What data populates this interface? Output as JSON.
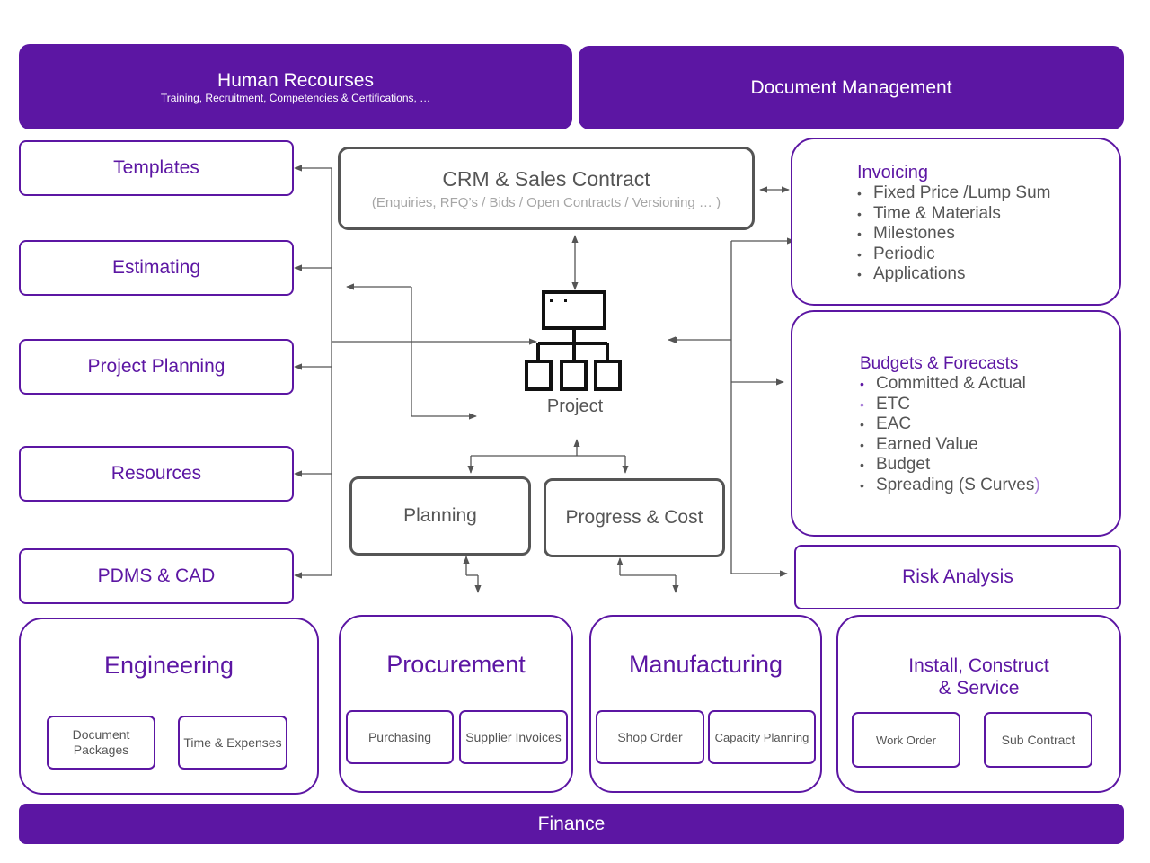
{
  "hr": {
    "title": "Human Recourses",
    "subtitle": "Training, Recruitment, Competencies & Certifications, …"
  },
  "document_management": "Document Management",
  "left_modules": [
    "Templates",
    "Estimating",
    "Project Planning",
    "Resources",
    "PDMS  & CAD"
  ],
  "crm": {
    "title": "CRM & Sales Contract",
    "subtitle": "(Enquiries, RFQ’s / Bids / Open Contracts / Versioning … )"
  },
  "project_label": "Project",
  "planning": "Planning",
  "progress_cost": "Progress  & Cost",
  "invoicing": {
    "title": "Invoicing",
    "items": [
      "Fixed Price /Lump Sum",
      "Time & Materials",
      "Milestones",
      "Periodic",
      "Applications"
    ]
  },
  "budgets": {
    "title": "Budgets & Forecasts",
    "items": [
      "Committed & Actual",
      "ETC",
      "EAC",
      "Earned Value",
      "Budget",
      "Spreading (S Curves"
    ],
    "closing_paren": ")"
  },
  "risk_analysis": "Risk Analysis",
  "engineering": {
    "title": "Engineering",
    "subs": [
      "Document Packages",
      "Time & Expenses"
    ]
  },
  "procurement": {
    "title": "Procurement",
    "subs": [
      "Purchasing",
      "Supplier Invoices"
    ]
  },
  "manufacturing": {
    "title": "Manufacturing",
    "subs": [
      "Shop Order",
      "Capacity Planning"
    ]
  },
  "install": {
    "title_line1": "Install, Construct",
    "title_line2": "& Service",
    "subs": [
      "Work Order",
      "Sub Contract"
    ]
  },
  "finance": "Finance",
  "colors": {
    "primary_purple": "#5c16a3",
    "gray_border": "#555555",
    "gray_text": "#a6a6a6"
  },
  "icons": [
    "org-chart-icon"
  ]
}
